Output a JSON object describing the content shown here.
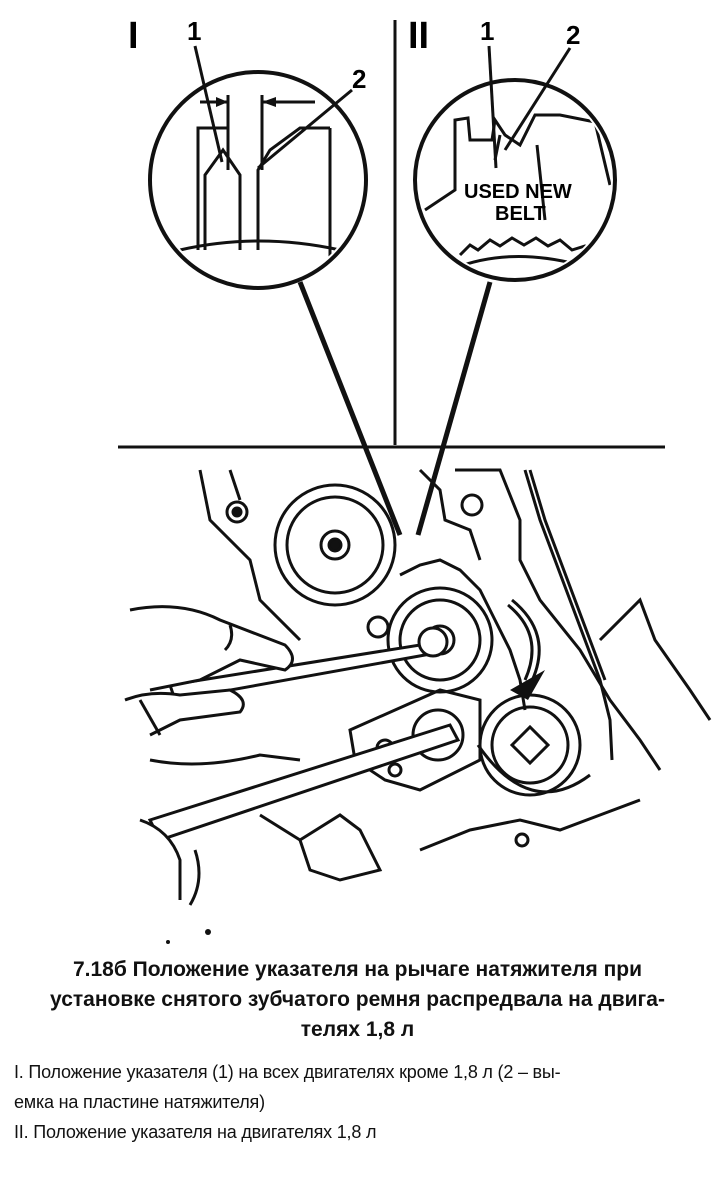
{
  "figure": {
    "panel_I_label": "I",
    "panel_II_label": "II",
    "panel_I_callouts": [
      "1",
      "2"
    ],
    "panel_II_callouts": [
      "1",
      "2"
    ],
    "detail_text_line1": "USED NEW",
    "detail_text_line2": "BELT"
  },
  "caption": {
    "title_line1": "7.18б Положение указателя на рычаге натяжителя при",
    "title_line2": "установке снятого зубчатого ремня распредвала на двига-",
    "title_line3": "телях 1,8 л",
    "note_I_line1": "I. Положение указателя (1) на всех двигателях кроме 1,8 л (2 – вы-",
    "note_I_line2": "емка на пластине натяжителя)",
    "note_II": "II. Положение указателя на двигателях 1,8 л"
  }
}
